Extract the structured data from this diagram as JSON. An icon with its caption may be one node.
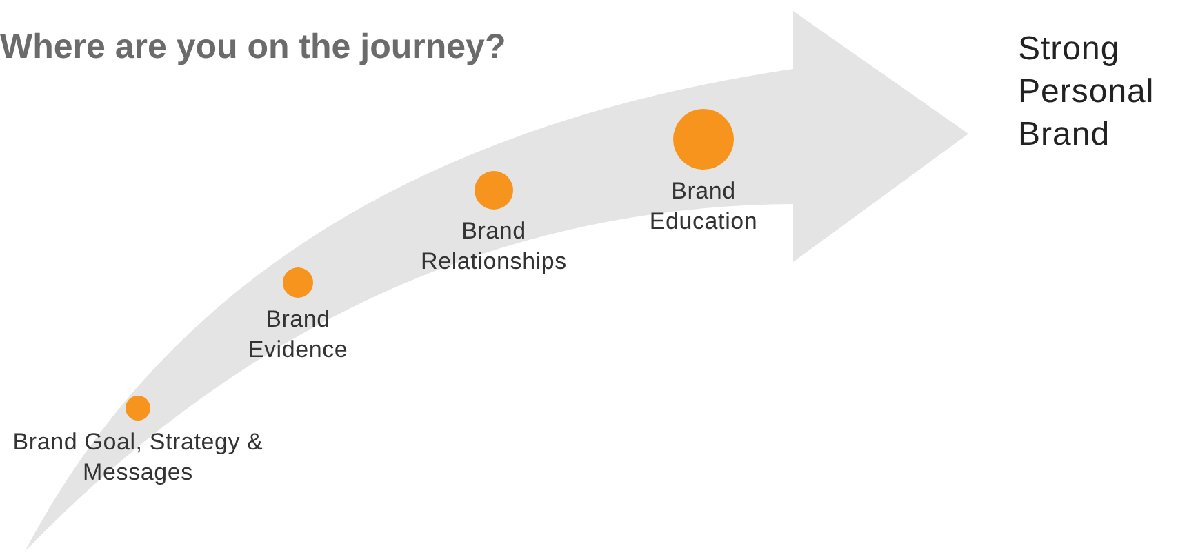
{
  "diagram": {
    "title": "Where are you on the journey?",
    "nodes": [
      {
        "text": [
          "Brand Goal, Strategy & Messages"
        ]
      },
      {
        "text": [
          "Brand Evidence"
        ]
      },
      {
        "text": [
          "Brand Relationships"
        ]
      },
      {
        "text": [
          "Brand Education"
        ]
      },
      {
        "text": [
          "Strong Personal Brand"
        ]
      }
    ],
    "edges": []
  }
}
